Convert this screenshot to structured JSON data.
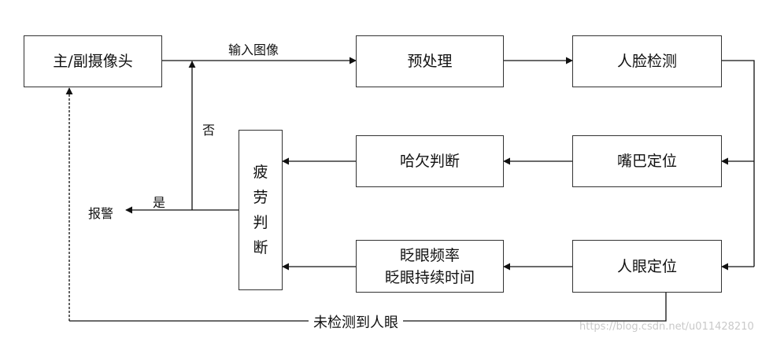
{
  "nodes": {
    "camera": "主/副摄像头",
    "preprocess": "预处理",
    "face_detect": "人脸检测",
    "mouth_locate": "嘴巴定位",
    "yawn_judge": "哈欠判断",
    "fatigue_judge": [
      "疲",
      "劳",
      "判",
      "断"
    ],
    "eye_locate": "人眼定位",
    "blink_freq": "眨眼频率",
    "blink_duration": "眨眼持续时间"
  },
  "labels": {
    "input_image": "输入图像",
    "no": "否",
    "yes": "是",
    "alarm": "报警",
    "no_eye": "未检测到人眼"
  },
  "watermark": "https://blog.csdn.net/u011428210",
  "colors": {
    "line": "#111111",
    "box_border": "#333333",
    "watermark": "#c9c9c9"
  }
}
